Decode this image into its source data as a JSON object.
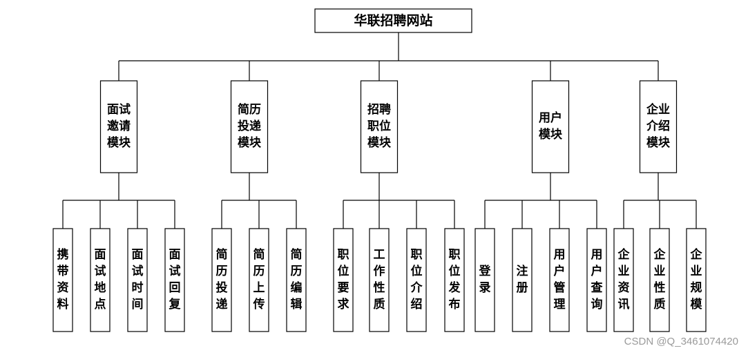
{
  "root": {
    "label": "华联招聘网站"
  },
  "modules": [
    {
      "label": "面试邀请模块",
      "lines": [
        "面试",
        "邀请",
        "模块"
      ],
      "children": [
        "携带资料",
        "面试地点",
        "面试时间",
        "面试回复"
      ]
    },
    {
      "label": "简历投递模块",
      "lines": [
        "简历",
        "投递",
        "模块"
      ],
      "children": [
        "简历投递",
        "简历上传",
        "简历编辑"
      ]
    },
    {
      "label": "招聘职位模块",
      "lines": [
        "招聘",
        "职位",
        "模块"
      ],
      "children": [
        "职位要求",
        "工作性质",
        "职位介绍",
        "职位发布"
      ]
    },
    {
      "label": "用户模块",
      "lines": [
        "用户",
        "模块"
      ],
      "children": [
        "登录",
        "注册",
        "用户管理",
        "用户查询"
      ]
    },
    {
      "label": "企业介绍模块",
      "lines": [
        "企业",
        "介绍",
        "模块"
      ],
      "children": [
        "企业资讯",
        "企业性质",
        "企业规模"
      ]
    }
  ],
  "watermark": "CSDN @Q_3461074420"
}
